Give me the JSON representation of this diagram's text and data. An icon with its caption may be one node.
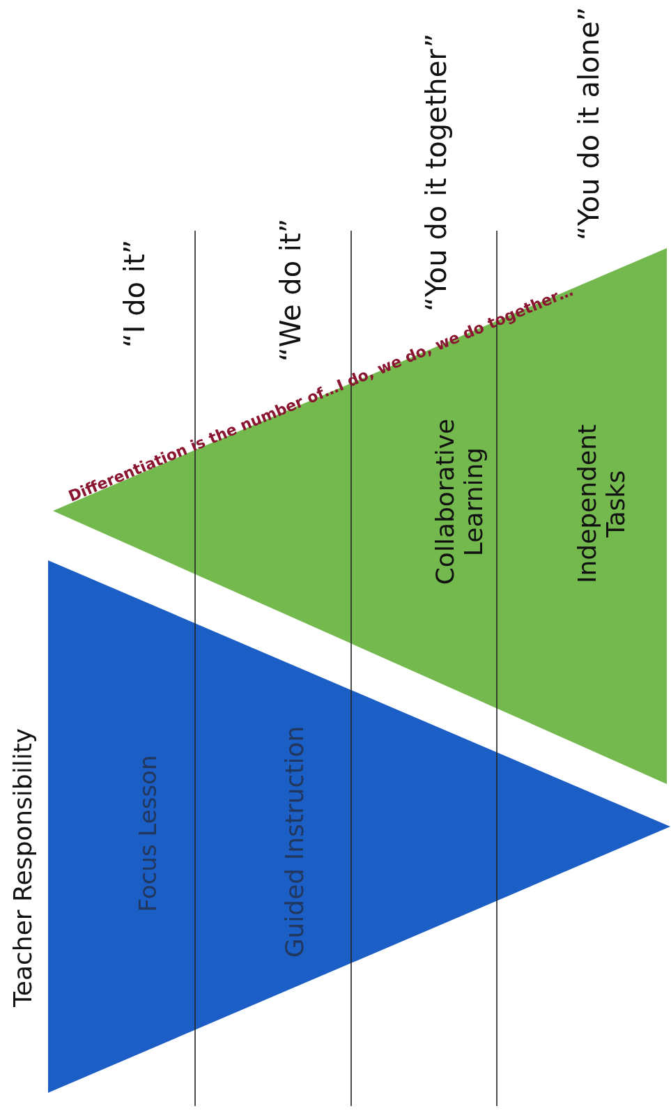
{
  "diagram": {
    "nodes": [
      {
        "text": [
          "Focus Lesson",
          "Guided Instruction"
        ]
      },
      {
        "text": [
          "Collaborative Learning",
          "Independent Tasks"
        ]
      }
    ],
    "labels": [
      "Teacher Responsibility",
      "“I do it”",
      "“We do it”",
      "“You do it together”",
      "“You do it alone”",
      "Differentiation is the number of…I do, we do, we do together…"
    ]
  }
}
